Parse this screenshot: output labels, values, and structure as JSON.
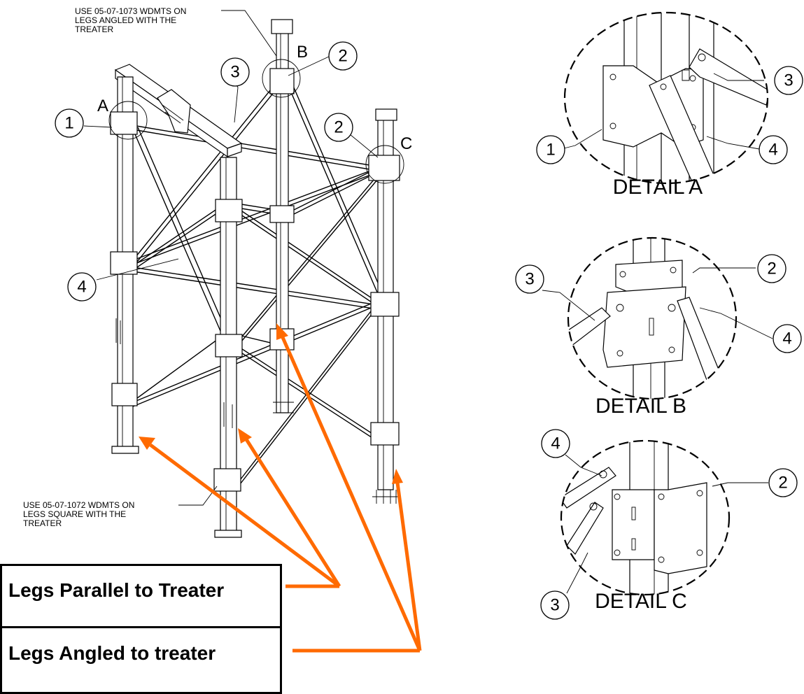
{
  "notes": {
    "top": [
      "USE 05-07-1073 WDMTS ON",
      "LEGS ANGLED WITH THE",
      "TREATER"
    ],
    "bottom": [
      "USE 05-07-1072 WDMTS ON",
      "LEGS SQUARE WITH THE",
      "TREATER"
    ]
  },
  "detail_letters": {
    "a": "A",
    "b": "B",
    "c": "C"
  },
  "balloons": {
    "main_1": "1",
    "main_2_b": "2",
    "main_3": "3",
    "main_2_c": "2",
    "main_4": "4",
    "detA_3": "3",
    "detA_1": "1",
    "detA_4": "4",
    "detB_2": "2",
    "detB_3": "3",
    "detB_4": "4",
    "detC_4": "4",
    "detC_2": "2",
    "detC_3": "3"
  },
  "detail_titles": {
    "a": "DETAIL A",
    "b": "DETAIL B",
    "c": "DETAIL C"
  },
  "legend": {
    "parallel": "Legs Parallel to Treater",
    "angled": "Legs Angled to treater"
  },
  "colors": {
    "arrow": "#ff6a00",
    "line": "#000000",
    "background": "#ffffff"
  }
}
